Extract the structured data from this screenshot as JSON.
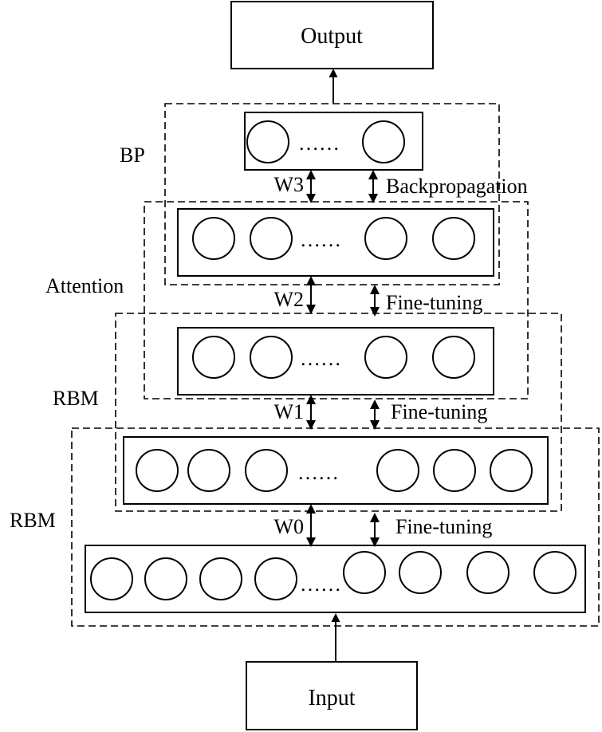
{
  "io": {
    "output": "Output",
    "input": "Input"
  },
  "regions": {
    "bp": "BP",
    "attention": "Attention",
    "rbm_upper": "RBM",
    "rbm_lower": "RBM"
  },
  "layers": {
    "ellipsis": "……"
  },
  "connections": {
    "w3": {
      "weight": "W3",
      "label": "Backpropagation"
    },
    "w2": {
      "weight": "W2",
      "label": "Fine-tuning"
    },
    "w1": {
      "weight": "W1",
      "label": "Fine-tuning"
    },
    "w0": {
      "weight": "W0",
      "label": "Fine-tuning"
    }
  }
}
